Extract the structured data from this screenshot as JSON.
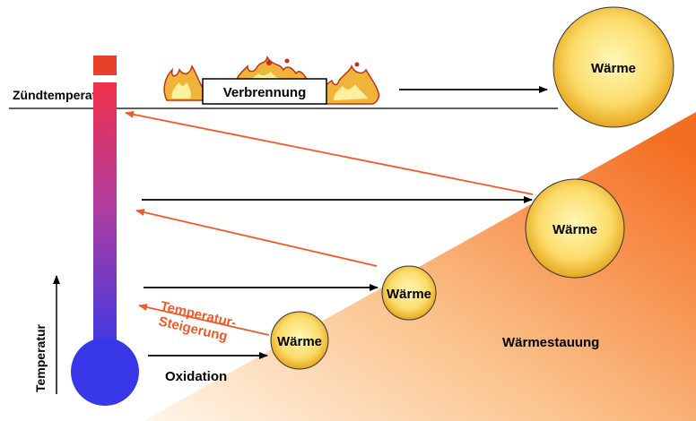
{
  "labels": {
    "ignition_temperature": "Zündtemperatur",
    "combustion": "Verbrennung",
    "temperature_axis": "Temperatur",
    "temperature_rise_line1": "Temperatur-",
    "temperature_rise_line2": "Steigerung",
    "oxidation": "Oxidation",
    "heat_accumulation": "Wärmestauung"
  },
  "heat_bubbles": [
    {
      "label": "Wärme"
    },
    {
      "label": "Wärme"
    },
    {
      "label": "Wärme"
    },
    {
      "label": "Wärme"
    }
  ],
  "colors": {
    "thermometer_top": "#e8304a",
    "thermometer_bottom": "#3a3ae8",
    "thermometer_cap": "#e8402a",
    "heat_wedge_light": "#ffe8c8",
    "heat_wedge_dark": "#f57b2c",
    "heat_bubble_center": "#fff3a0",
    "heat_bubble_edge": "#e8b020",
    "feedback_arrow": "#f05a28",
    "flow_arrow": "#000000",
    "flame": "#e89a20"
  }
}
